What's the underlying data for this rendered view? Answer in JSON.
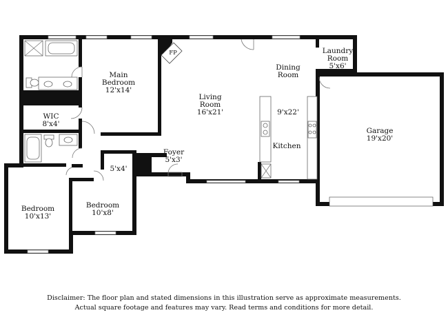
{
  "rooms": {
    "main_bedroom": {
      "label_1": "Main",
      "label_2": "Bedroom",
      "dims": "12'x14'"
    },
    "living_room": {
      "label_1": "Living",
      "label_2": "Room",
      "dims": "16'x21'"
    },
    "dining_room": {
      "label_1": "Dining",
      "label_2": "Room"
    },
    "laundry_room": {
      "label_1": "Laundry",
      "label_2": "Room",
      "dims": "5'x6'"
    },
    "kitchen": {
      "label": "Kitchen",
      "dims": "9'x22'"
    },
    "garage": {
      "label": "Garage",
      "dims": "19'x20'"
    },
    "wic": {
      "label": "WIC",
      "dims": "8'x4'"
    },
    "foyer": {
      "label": "Foyer",
      "dims": "5'x3'"
    },
    "hall_closet": {
      "dims": "5'x4'"
    },
    "bedroom_left": {
      "label": "Bedroom",
      "dims": "10'x13'"
    },
    "bedroom_mid": {
      "label": "Bedroom",
      "dims": "10'x8'"
    },
    "fireplace": {
      "label": "FP"
    }
  },
  "disclaimer": {
    "line_1": "Disclaimer: The floor plan and stated dimensions in this illustration serve as approximate measurements.",
    "line_2": "Actual square footage and features may vary. Read terms and conditions for more detail."
  }
}
